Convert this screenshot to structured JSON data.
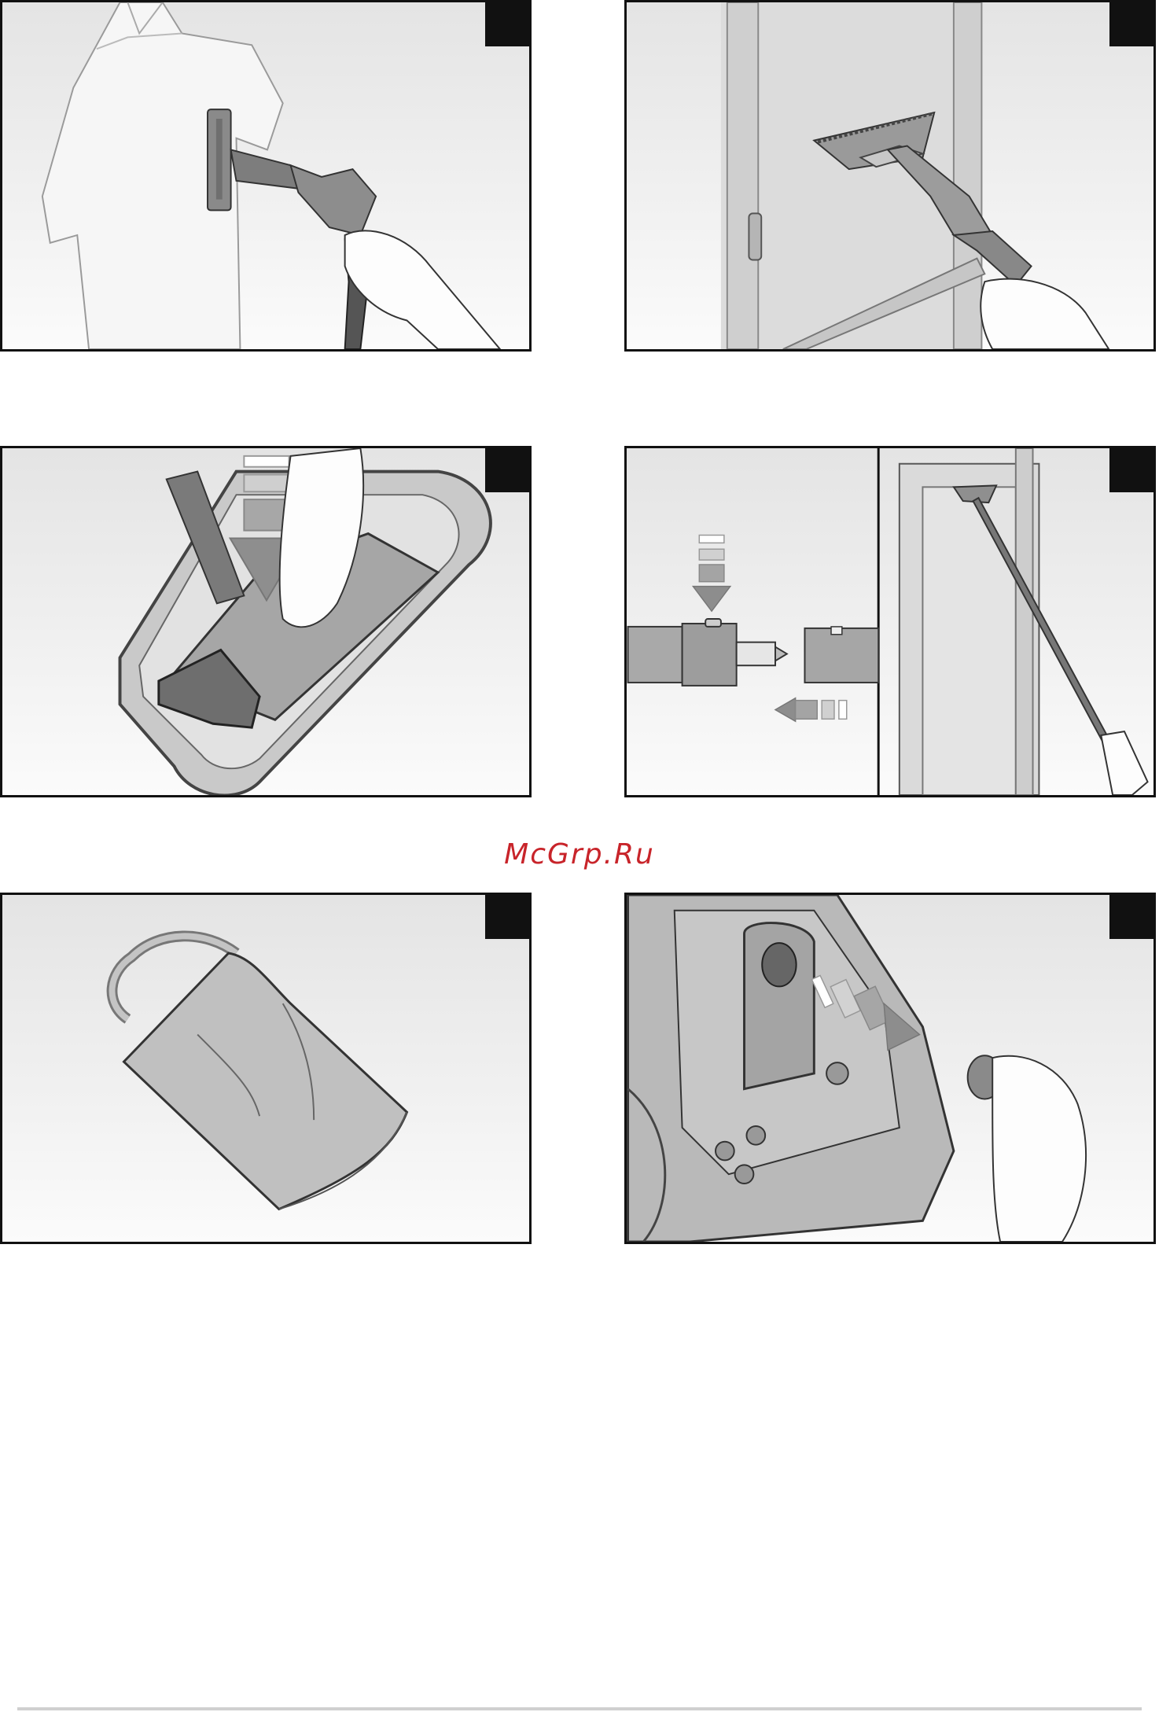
{
  "watermark": {
    "text": "McGrp.Ru",
    "color": "#c8242a"
  },
  "panels": [
    {
      "row": 1,
      "col": 1,
      "subject": "shirt-steaming"
    },
    {
      "row": 1,
      "col": 2,
      "subject": "window-steaming"
    },
    {
      "row": 2,
      "col": 1,
      "subject": "floor-nozzle-cloth-attach"
    },
    {
      "row": 2,
      "col": 2,
      "subject": "extension-tube-connect"
    },
    {
      "row": 3,
      "col": 1,
      "subject": "cloth-bag"
    },
    {
      "row": 3,
      "col": 2,
      "subject": "safety-cap-removal"
    }
  ]
}
